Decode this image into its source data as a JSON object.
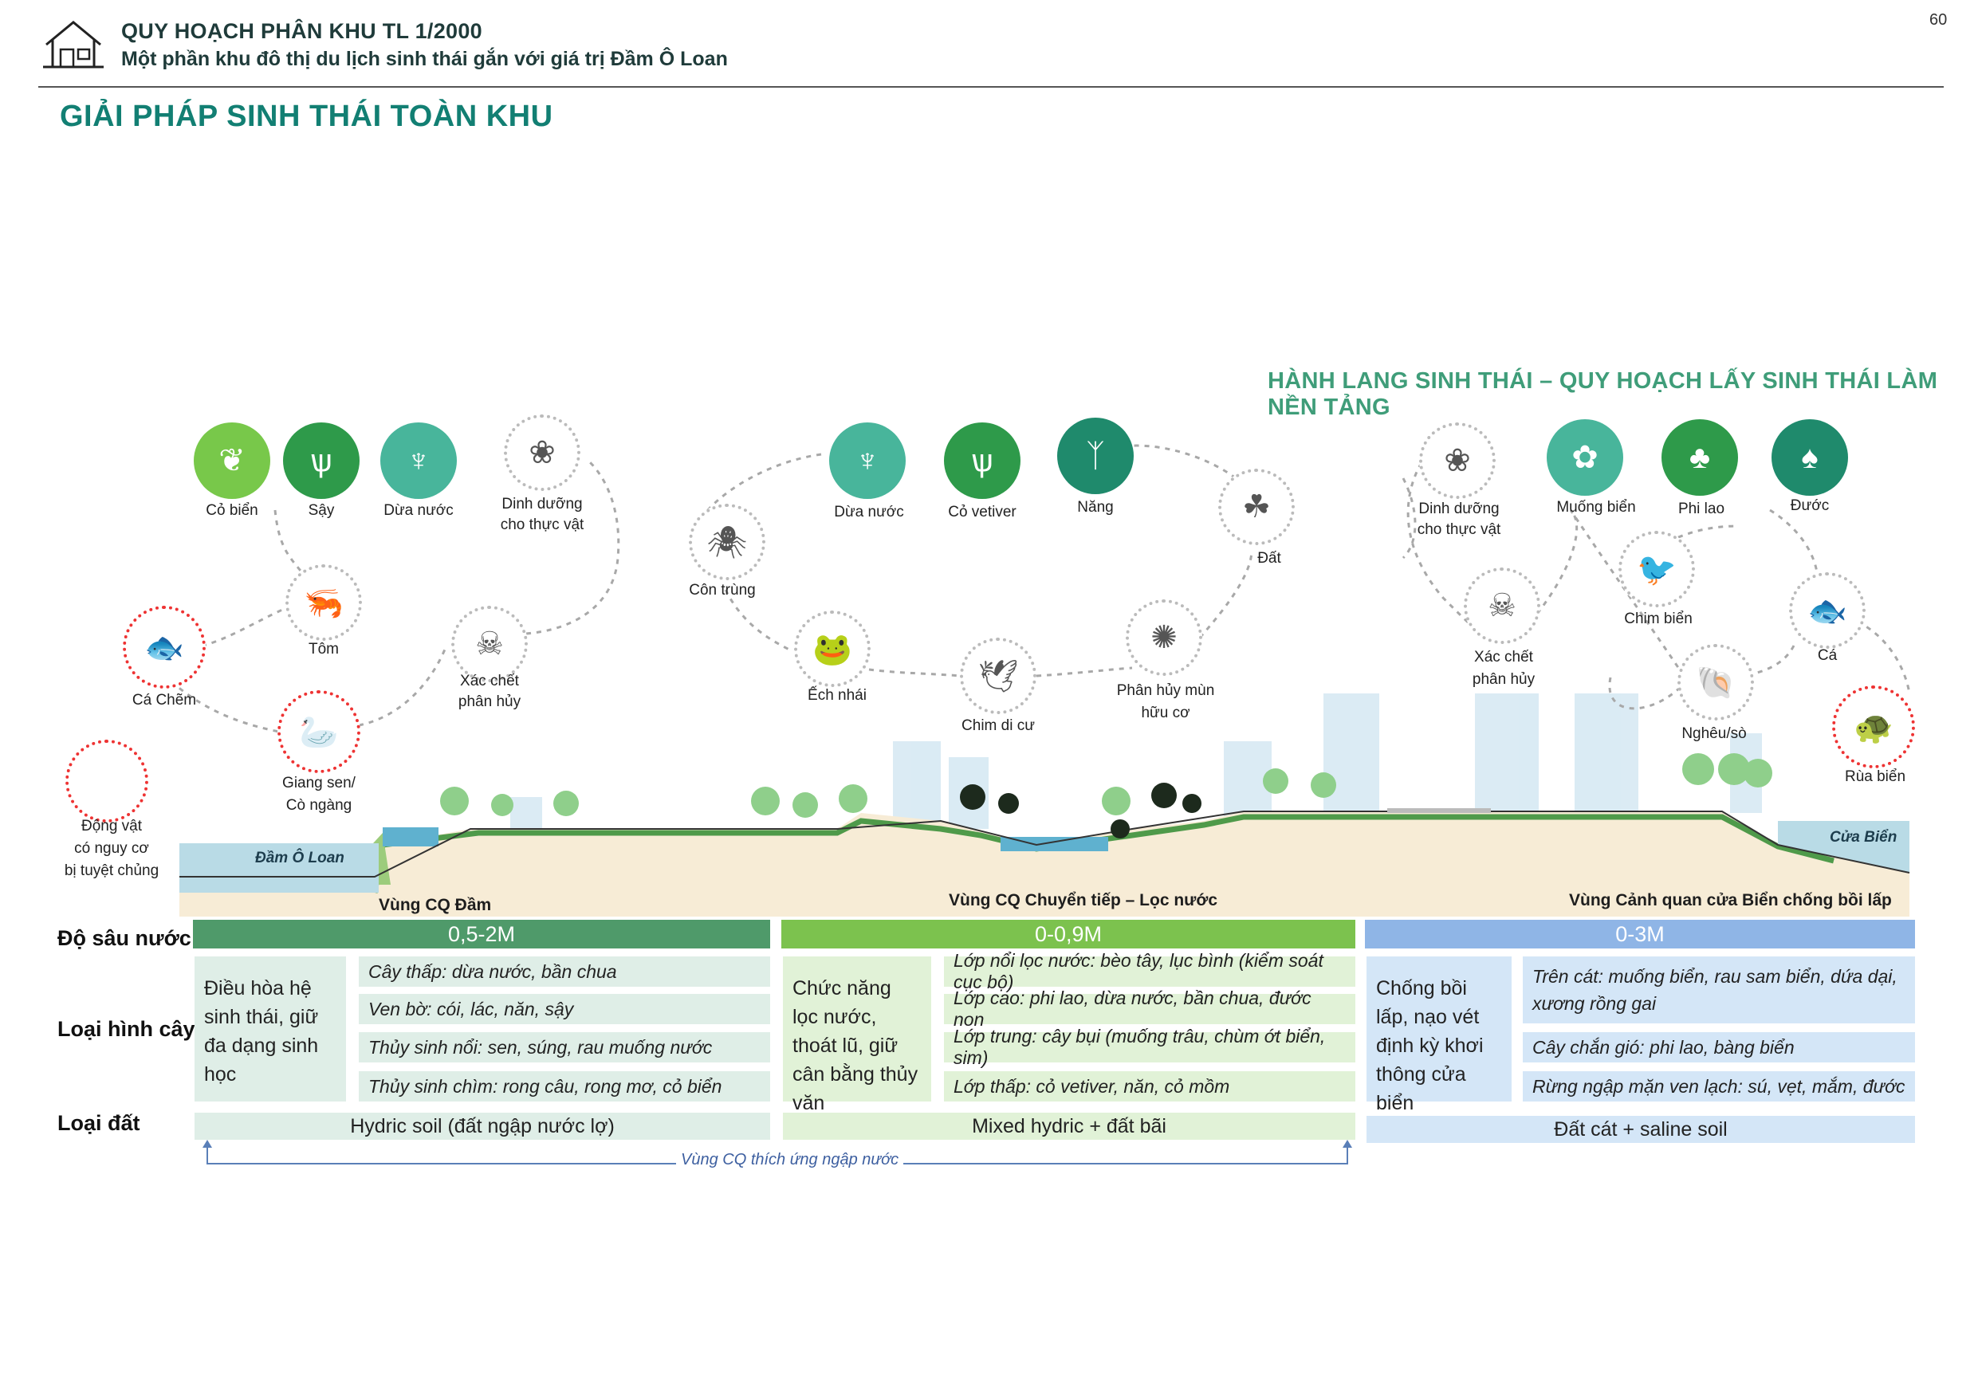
{
  "header": {
    "title": "QUY HOẠCH PHÂN KHU TL 1/2000",
    "subtitle": "Một phần khu đô thị du lịch sinh thái gắn với giá trị Đầm Ô Loan",
    "page_number": "60"
  },
  "section_title": "GIẢI PHÁP SINH THÁI TOÀN KHU",
  "corridor_title": "HÀNH LANG SINH THÁI – QUY HOẠCH LẤY SINH THÁI LÀM NỀN TẢNG",
  "nodes": {
    "co_bien": "Cỏ biển",
    "say": "Sậy",
    "dua_nuoc_1": "Dừa nước",
    "dinh_duong_1a": "Dinh dưỡng",
    "dinh_duong_1b": "cho thực vật",
    "tom": "Tôm",
    "ca_chem": "Cá Chẽm",
    "xac_chet_1a": "Xác chết",
    "xac_chet_1b": "phân hủy",
    "giang_sen_a": "Giang sen/",
    "giang_sen_b": "Cò ngàng",
    "dong_vat_a": "Động vật",
    "dong_vat_b": "có nguy cơ",
    "dong_vat_c": "bị tuyệt chủng",
    "con_trung": "Côn trùng",
    "dua_nuoc_2": "Dừa nước",
    "co_vetiver": "Cỏ vetiver",
    "nang": "Năng",
    "dat": "Đất",
    "ech_nhai": "Ếch nhái",
    "chim_di_cu": "Chim di cư",
    "phan_huy_a": "Phân hủy mùn",
    "phan_huy_b": "hữu cơ",
    "dinh_duong_2a": "Dinh dưỡng",
    "dinh_duong_2b": "cho thực vật",
    "muong_bien": "Muống biển",
    "phi_lao": "Phi lao",
    "duoc": "Đước",
    "xac_chet_2a": "Xác chết",
    "xac_chet_2b": "phân hủy",
    "chim_bien": "Chim biển",
    "ca": "Cá",
    "ngheu_so": "Nghêu/sò",
    "rua_bien": "Rùa biển"
  },
  "places": {
    "dam_o_loan": "Đầm Ô Loan",
    "cua_bien": "Cửa Biển"
  },
  "zones": {
    "z1": "Vùng CQ Đầm",
    "z2": "Vùng CQ Chuyển tiếp – Lọc nước",
    "z3": "Vùng Cảnh quan cửa Biển chống bồi lấp"
  },
  "rows": {
    "depth": "Độ sâu nước",
    "plants": "Loại hình cây",
    "soil": "Loại đất"
  },
  "depth": {
    "z1": "0,5-2M",
    "z2": "0-0,9M",
    "z3": "0-3M"
  },
  "z1": {
    "func": "Điều hòa hệ sinh thái, giữ đa dạng sinh học",
    "p1": "Cây thấp: dừa nước, bần chua",
    "p2": "Ven bờ: cói, lác, năn, sậy",
    "p3": "Thủy sinh nổi: sen, súng, rau muống nước",
    "p4": "Thủy sinh chìm: rong câu, rong mơ, cỏ biển",
    "soil": "Hydric soil (đất ngập nước lợ)"
  },
  "z2": {
    "func": "Chức năng lọc nước, thoát lũ, giữ cân bằng thủy văn",
    "p1": "Lớp nổi lọc nước: bèo tây, lục bình (kiểm soát cục bộ)",
    "p2": "Lớp cao: phi lao, dừa nước, bần chua, đước non",
    "p3": "Lớp trung: cây bụi (muống trâu, chùm ớt biển, sim)",
    "p4": "Lớp thấp: cỏ vetiver, năn, cỏ mồm",
    "soil": "Mixed hydric + đất bãi"
  },
  "z3": {
    "func": "Chống bồi lấp, nạo vét định kỳ khơi thông cửa biển",
    "p1": "Trên cát: muống biển, rau sam biển, dứa dại, xương rồng gai",
    "p2": "Cây chắn gió: phi lao, bàng biển",
    "p3": "Rừng ngập mặn ven lạch: sú, vẹt, mắm, đước",
    "soil": "Đất cát + saline soil"
  },
  "adapt_note": "Vùng CQ thích ứng ngập nước",
  "colors": {
    "z1": "#4f9a6a",
    "z2": "#7cc24e",
    "z3": "#8fb5e6",
    "accent": "#127f73"
  }
}
